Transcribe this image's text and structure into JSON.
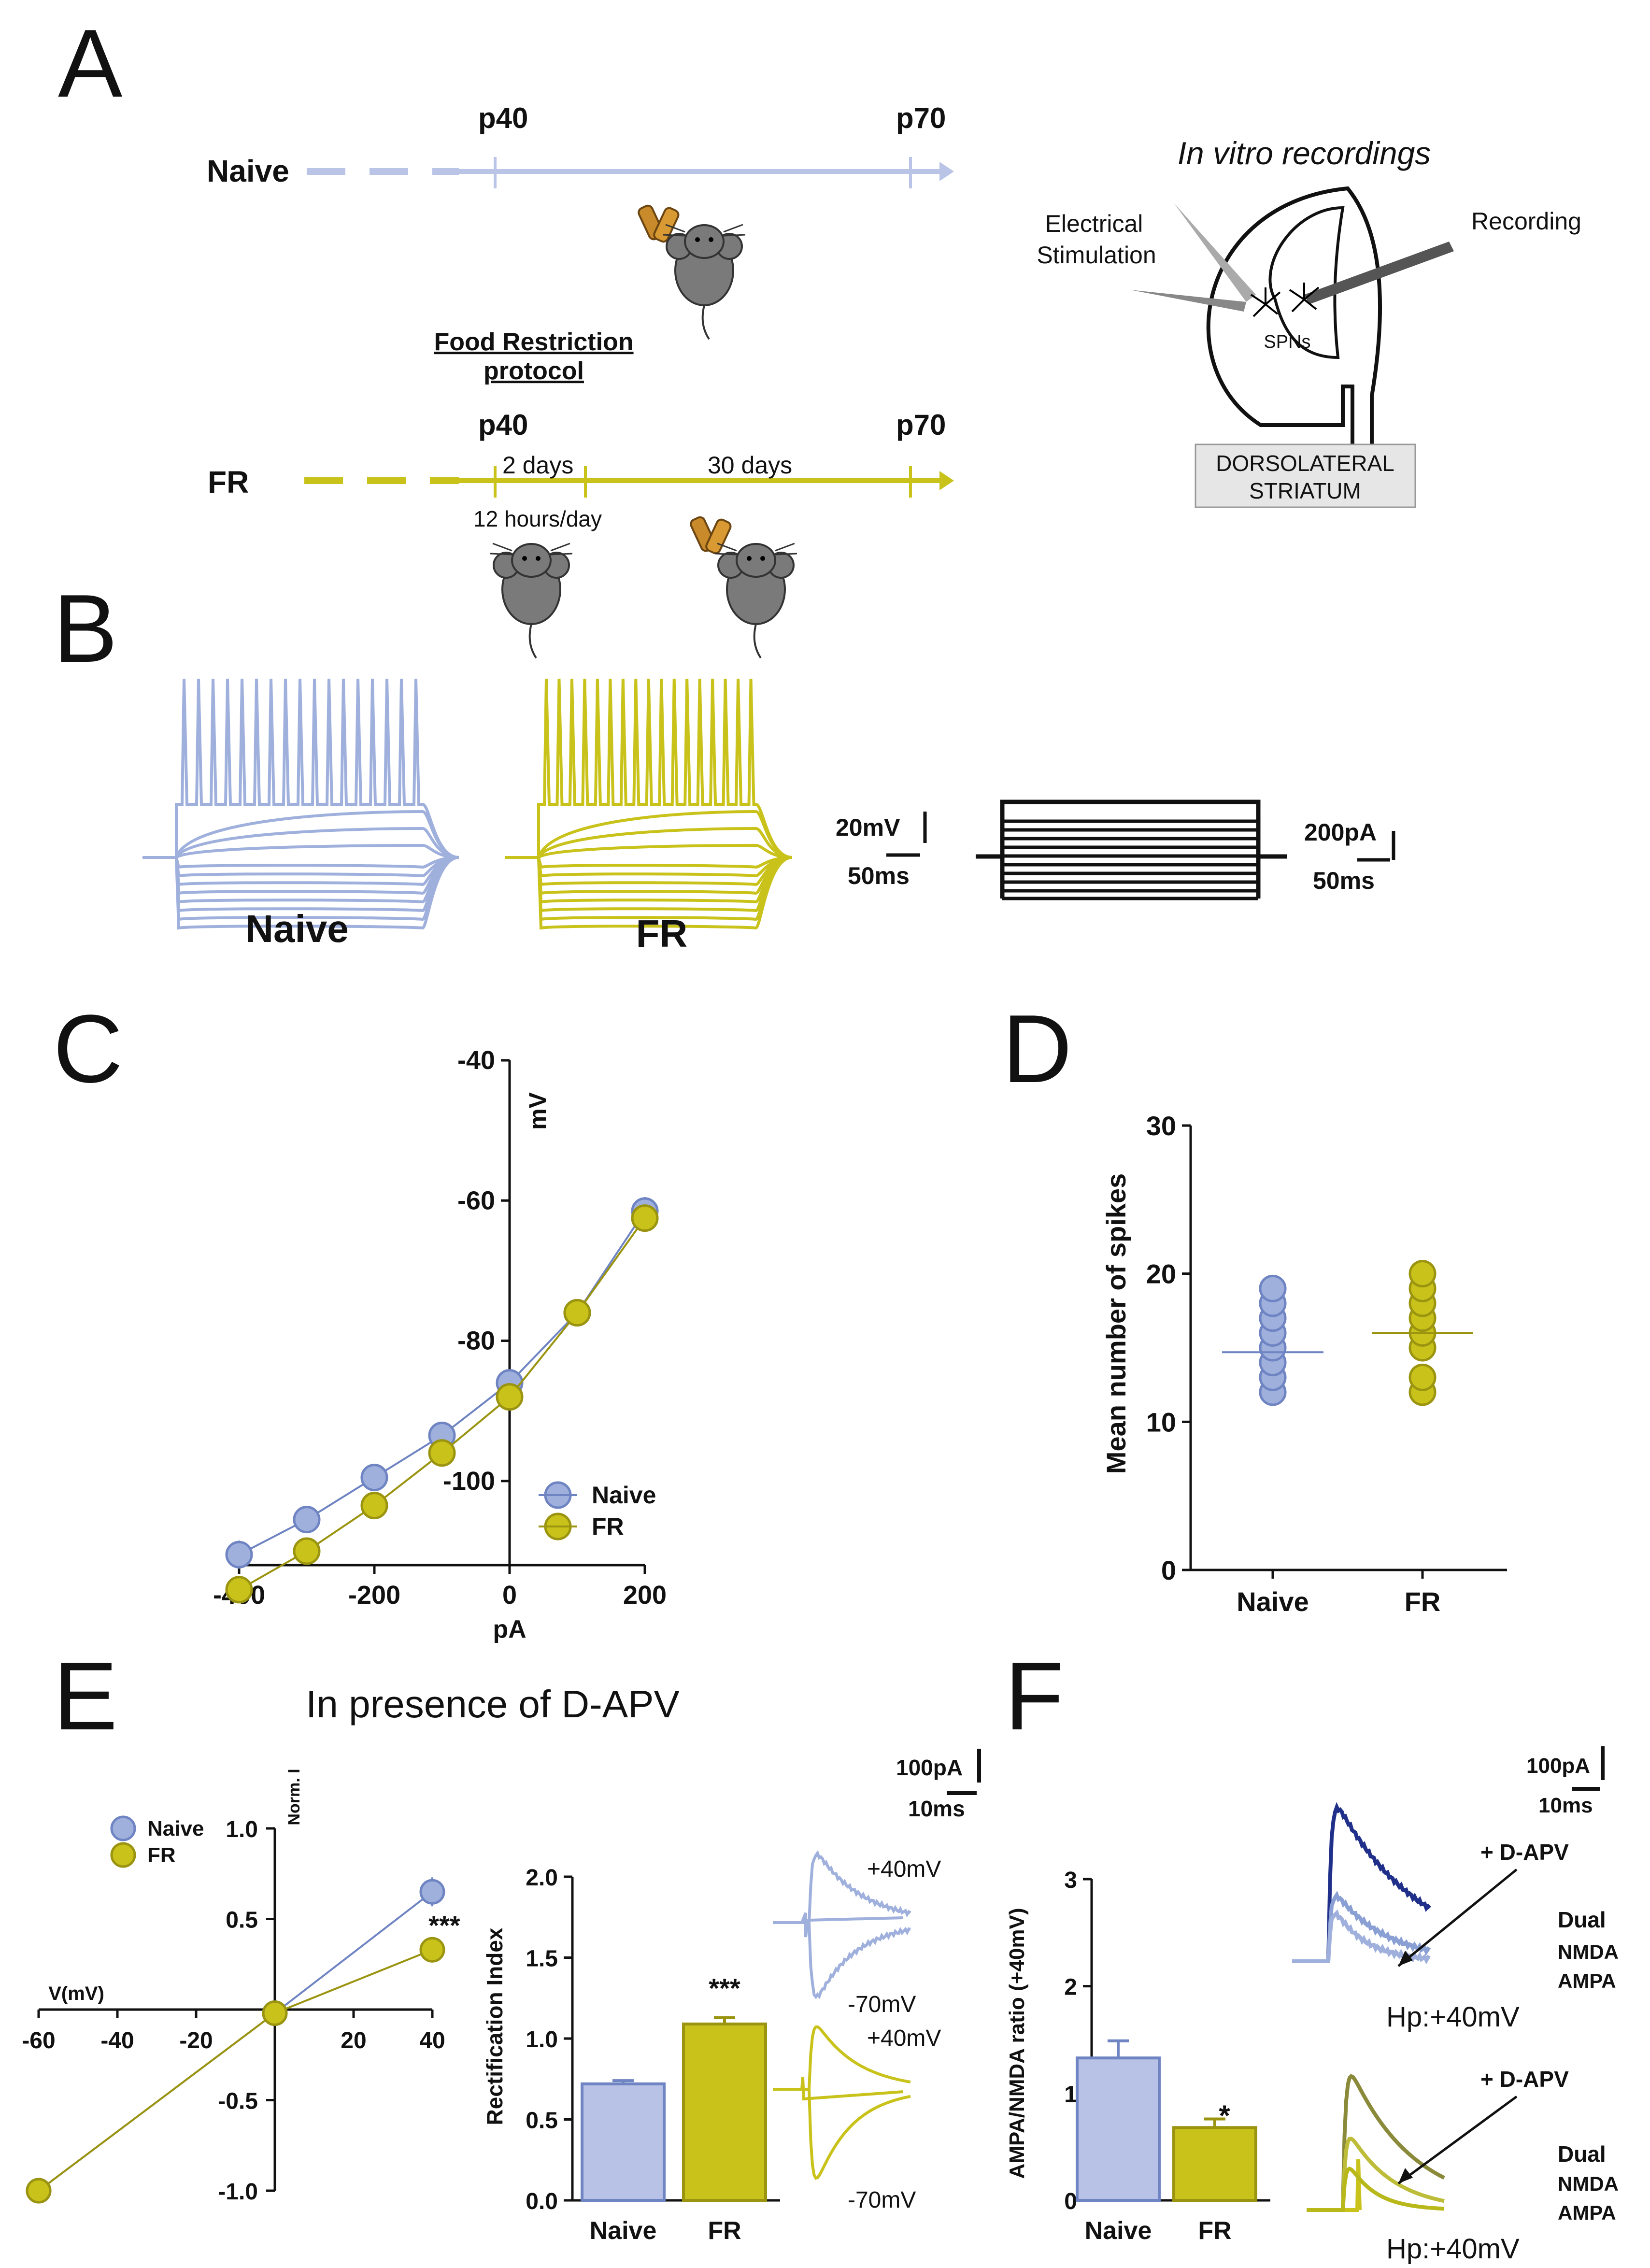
{
  "colors": {
    "naive": "#9fb0dd",
    "naive_dark": "#6f84c2",
    "fr": "#c9c21a",
    "fr_dark": "#9a9410",
    "dark_blue": "#1f2f8a",
    "olive": "#8a8a3a",
    "fr_line": "#b8b81a"
  },
  "panel_labels": [
    "A",
    "B",
    "C",
    "D",
    "E",
    "F"
  ],
  "panelA": {
    "naive": "Naive",
    "fr": "FR",
    "p40": "p40",
    "p70": "p70",
    "food_restriction": "Food Restriction",
    "protocol": "protocol",
    "two_days": "2 days",
    "thirty_days": "30 days",
    "hours": "12 hours/day",
    "in_vitro": "In vitro recordings",
    "electrical": "Electrical",
    "stimulation": "Stimulation",
    "recording": "Recording",
    "spns": "SPNs",
    "dorsolateral": "DORSOLATERAL",
    "striatum": "STRIATUM"
  },
  "panelB": {
    "naive": "Naive",
    "fr": "FR",
    "scale_mv": "20mV",
    "scale_ms": "50ms",
    "scale_pa": "200pA",
    "scale_ms2": "50ms"
  },
  "chart_data": [
    {
      "id": "C",
      "type": "line",
      "xlabel": "pA",
      "ylabel": "mV",
      "x": [
        -400,
        -300,
        -200,
        -100,
        0,
        100,
        200
      ],
      "xticks": [
        -400,
        -200,
        0,
        200
      ],
      "yticks": [
        -40,
        -60,
        -80,
        -100
      ],
      "xlim": [
        -400,
        200
      ],
      "ylim": [
        -112,
        -40
      ],
      "series": [
        {
          "name": "Naive",
          "values": [
            -110.5,
            -105.5,
            -99.5,
            -93.5,
            -86,
            -76,
            -61.5
          ],
          "err": [
            2,
            1.5,
            1,
            1,
            1,
            1,
            2
          ]
        },
        {
          "name": "FR",
          "values": [
            -115.5,
            -110,
            -103.5,
            -96,
            -88,
            -76,
            -62.5
          ],
          "err": [
            1.5,
            1,
            1,
            1,
            1,
            1,
            1.5
          ]
        }
      ],
      "legend": "bottom-right"
    },
    {
      "id": "D",
      "type": "scatter",
      "ylabel": "Mean number of spikes",
      "categories": [
        "Naive",
        "FR"
      ],
      "yticks": [
        0,
        10,
        20,
        30
      ],
      "ylim": [
        0,
        30
      ],
      "series": [
        {
          "name": "Naive",
          "values": [
            12,
            13,
            14,
            15,
            16,
            17,
            18,
            19
          ],
          "mean": 14.7
        },
        {
          "name": "FR",
          "values": [
            12,
            13,
            15,
            16,
            17,
            18,
            19,
            20
          ],
          "mean": 16
        }
      ]
    },
    {
      "id": "E_iv",
      "type": "line",
      "title": "In presence of D-APV",
      "xlabel": "V(mV)",
      "ylabel": "Norm. I",
      "x": [
        -60,
        0,
        40
      ],
      "xticks": [
        -60,
        -40,
        -20,
        20,
        40
      ],
      "yticks": [
        1.0,
        0.5,
        -0.5,
        -1.0
      ],
      "xlim": [
        -60,
        40
      ],
      "ylim": [
        -1,
        1
      ],
      "series": [
        {
          "name": "Naive",
          "values": [
            -1.0,
            -0.02,
            0.65
          ],
          "err": [
            0,
            0,
            0.08
          ]
        },
        {
          "name": "FR",
          "values": [
            -1.0,
            -0.02,
            0.33
          ],
          "err": [
            0,
            0,
            0
          ]
        }
      ],
      "annotation": "***",
      "legend": "top-left"
    },
    {
      "id": "E_bar",
      "type": "bar",
      "ylabel": "Rectification Index",
      "categories": [
        "Naive",
        "FR"
      ],
      "values": [
        0.72,
        1.09
      ],
      "err": [
        0.02,
        0.04
      ],
      "yticks": [
        0.0,
        0.5,
        1.0,
        1.5,
        2.0
      ],
      "ylim": [
        0,
        2
      ],
      "annotation": "***"
    },
    {
      "id": "F_bar",
      "type": "bar",
      "ylabel": "AMPA/NMDA ratio (+40mV)",
      "categories": [
        "Naive",
        "FR"
      ],
      "values": [
        1.33,
        0.68
      ],
      "err": [
        0.16,
        0.08
      ],
      "yticks": [
        0,
        1,
        2,
        3
      ],
      "ylim": [
        0,
        3
      ],
      "annotation": "*"
    }
  ],
  "panelE": {
    "scale_pa": "100pA",
    "scale_ms": "10ms",
    "plus40": "+40mV",
    "minus70": "-70mV",
    "plus40b": "+40mV",
    "minus70b": "-70mV"
  },
  "panelF": {
    "scale_pa": "100pA",
    "scale_ms": "10ms",
    "dapv": "+ D-APV",
    "dapv2": "+ D-APV",
    "dual": "Dual",
    "nmda": "NMDA",
    "ampa": "AMPA",
    "hp": "Hp:+40mV",
    "dual2": "Dual",
    "nmda2": "NMDA",
    "ampa2": "AMPA",
    "hp2": "Hp:+40mV"
  }
}
